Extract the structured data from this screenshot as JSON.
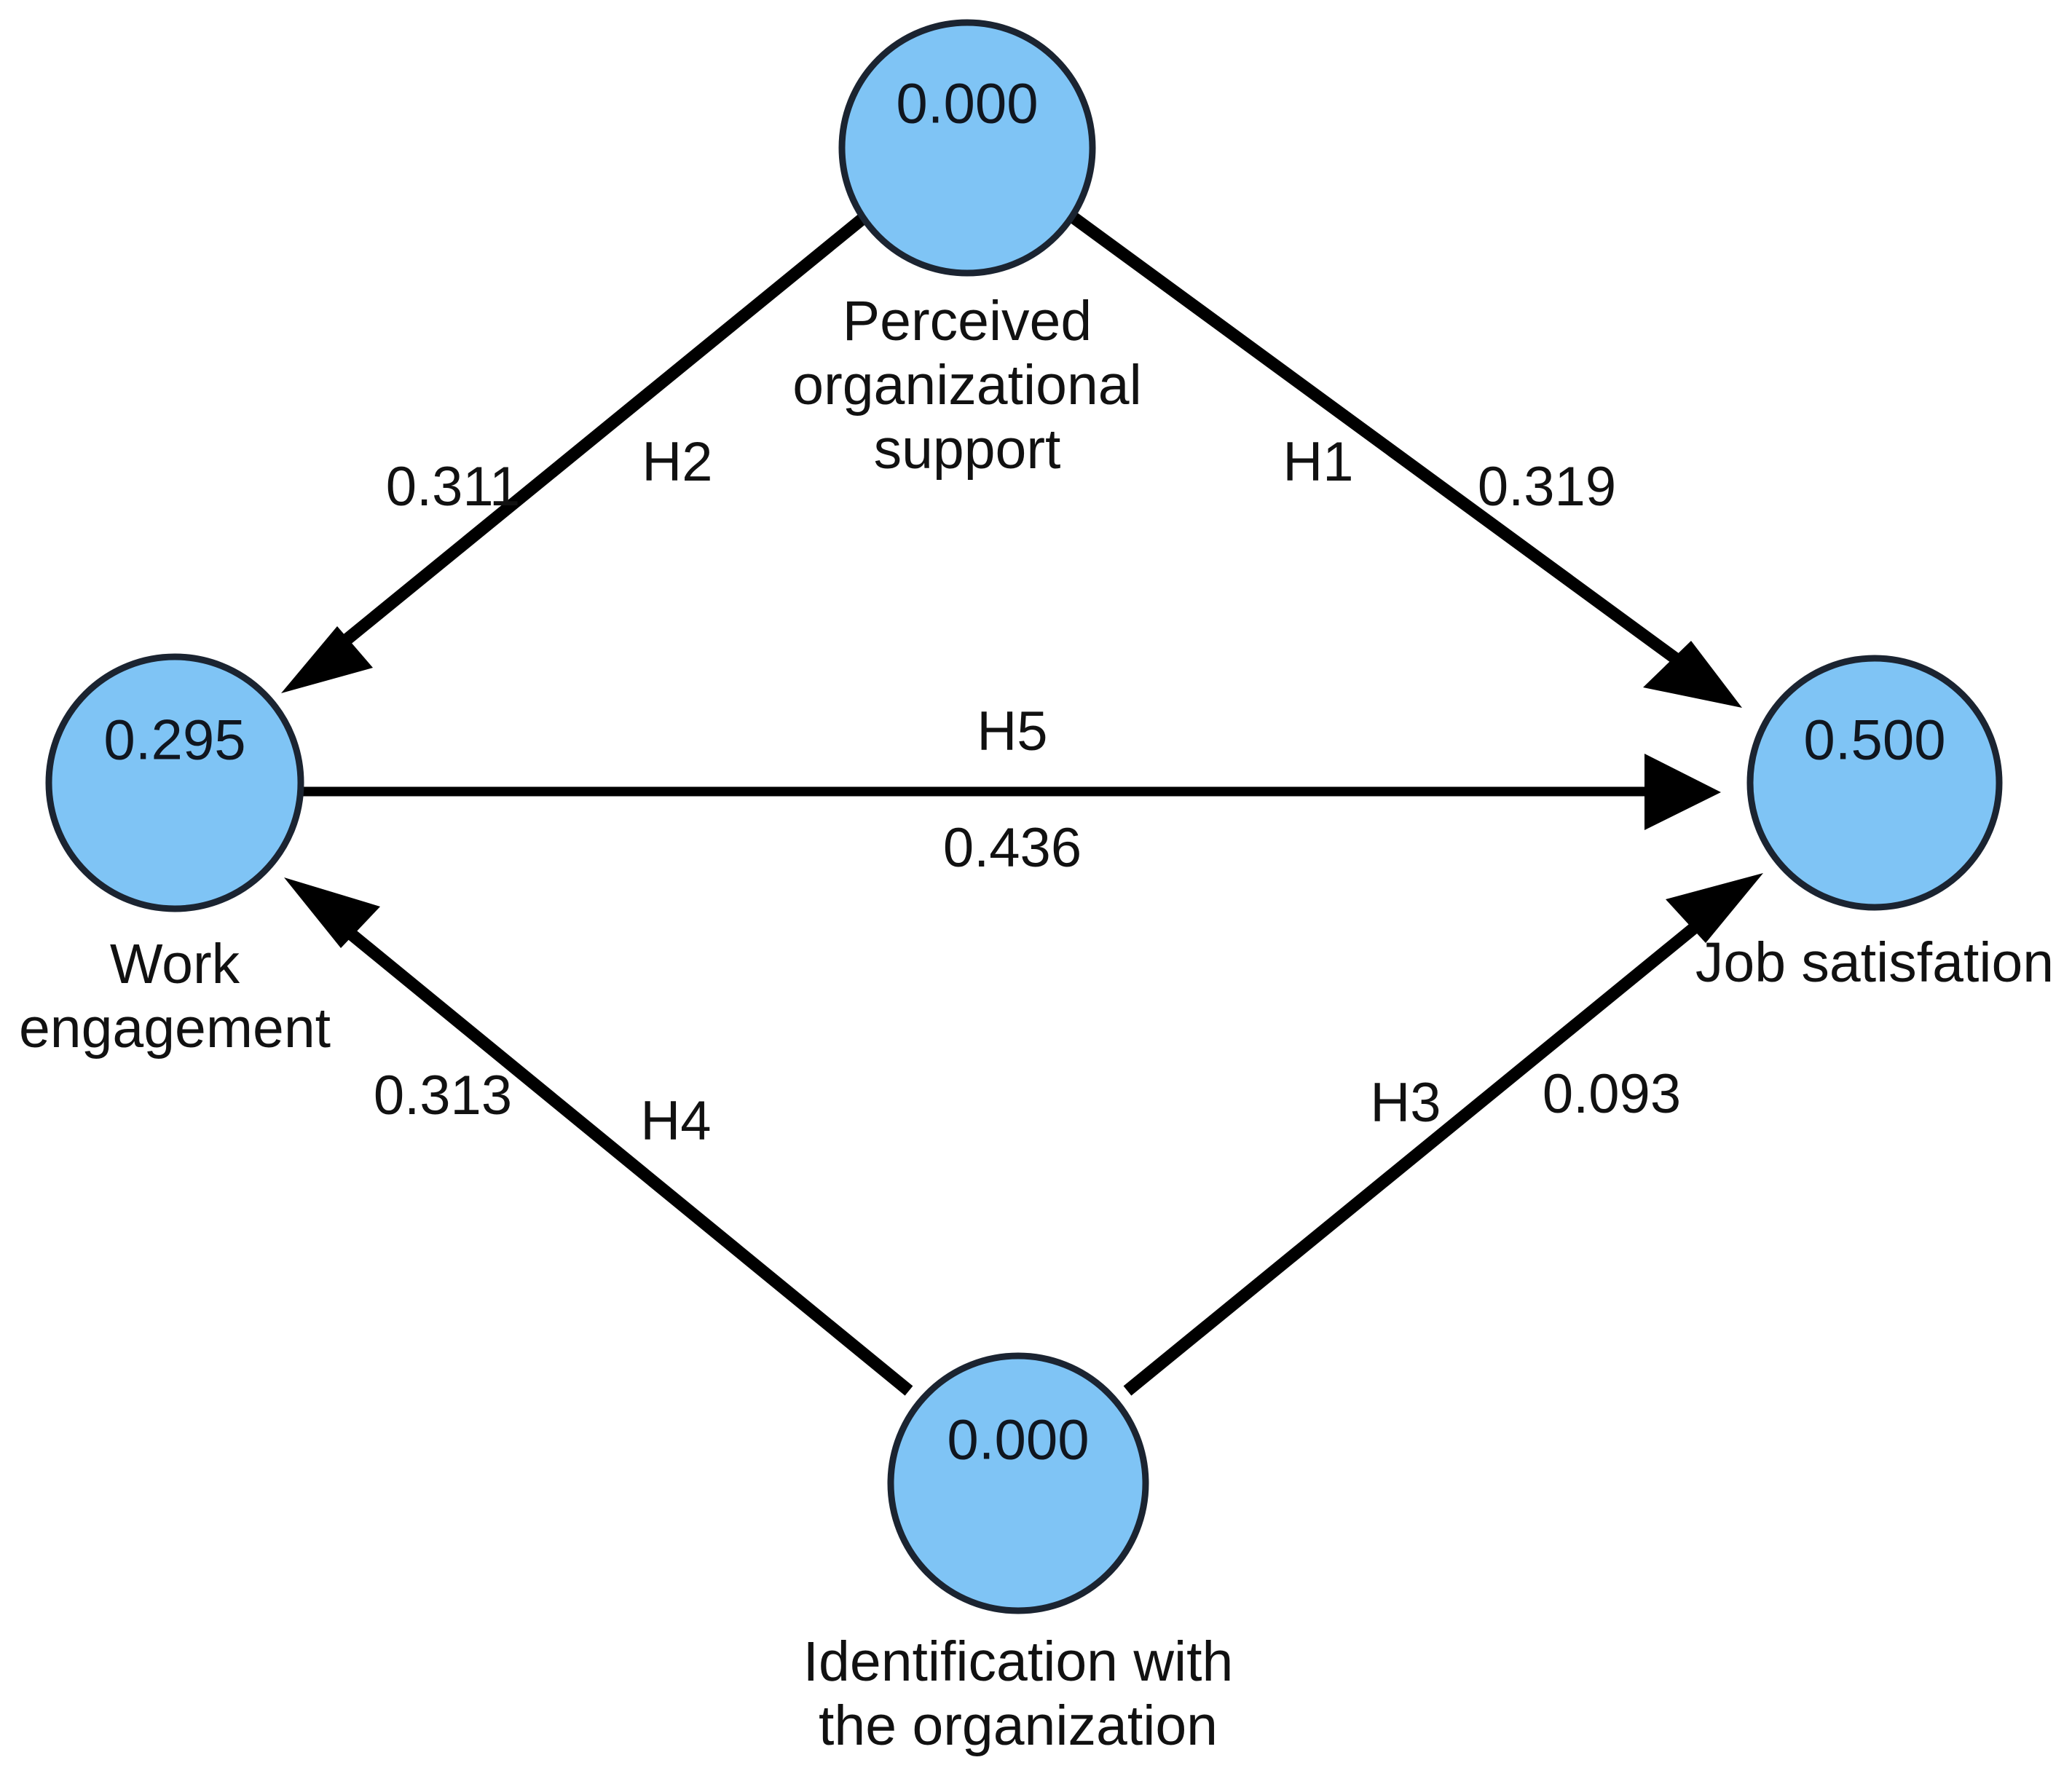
{
  "figure": {
    "type": "path-model-diagram",
    "background_color": "#ffffff",
    "node_fill_color": "#7FC4F5",
    "node_stroke_color": "#1b2431",
    "edge_color": "#000000",
    "text_color": "#111111"
  },
  "nodes": {
    "perceived_organizational_support": {
      "value": "0.000",
      "caption_line1": "Perceived",
      "caption_line2": "organizational",
      "caption_line3": "support"
    },
    "work_engagement": {
      "value": "0.295",
      "caption_line1": "Work",
      "caption_line2": "engagement"
    },
    "job_satisfation": {
      "value": "0.500",
      "caption_line1": "Job satisfation"
    },
    "identification_with_the_organization": {
      "value": "0.000",
      "caption_line1": "Identification with",
      "caption_line2": "the organization"
    }
  },
  "edges": {
    "h1": {
      "hypothesis": "H1",
      "coefficient": "0.319",
      "from": "Perceived organizational support",
      "to": "Job satisfation"
    },
    "h2": {
      "hypothesis": "H2",
      "coefficient": "0.311",
      "from": "Perceived organizational support",
      "to": "Work engagement"
    },
    "h3": {
      "hypothesis": "H3",
      "coefficient": "0.093",
      "from": "Identification with the organization",
      "to": "Job satisfation"
    },
    "h4": {
      "hypothesis": "H4",
      "coefficient": "0.313",
      "from": "Identification with the organization",
      "to": "Work engagement"
    },
    "h5": {
      "hypothesis": "H5",
      "coefficient": "0.436",
      "from": "Work engagement",
      "to": "Job satisfation"
    }
  },
  "chart_data": {
    "type": "diagram",
    "title": "",
    "nodes": [
      {
        "id": "pos",
        "label": "Perceived organizational support",
        "value": 0.0
      },
      {
        "id": "we",
        "label": "Work engagement",
        "value": 0.295
      },
      {
        "id": "js",
        "label": "Job satisfation",
        "value": 0.5
      },
      {
        "id": "ido",
        "label": "Identification with the organization",
        "value": 0.0
      }
    ],
    "edges": [
      {
        "hypothesis": "H1",
        "source": "pos",
        "target": "js",
        "value": 0.319
      },
      {
        "hypothesis": "H2",
        "source": "pos",
        "target": "we",
        "value": 0.311
      },
      {
        "hypothesis": "H3",
        "source": "ido",
        "target": "js",
        "value": 0.093
      },
      {
        "hypothesis": "H4",
        "source": "ido",
        "target": "we",
        "value": 0.313
      },
      {
        "hypothesis": "H5",
        "source": "we",
        "target": "js",
        "value": 0.436
      }
    ]
  }
}
